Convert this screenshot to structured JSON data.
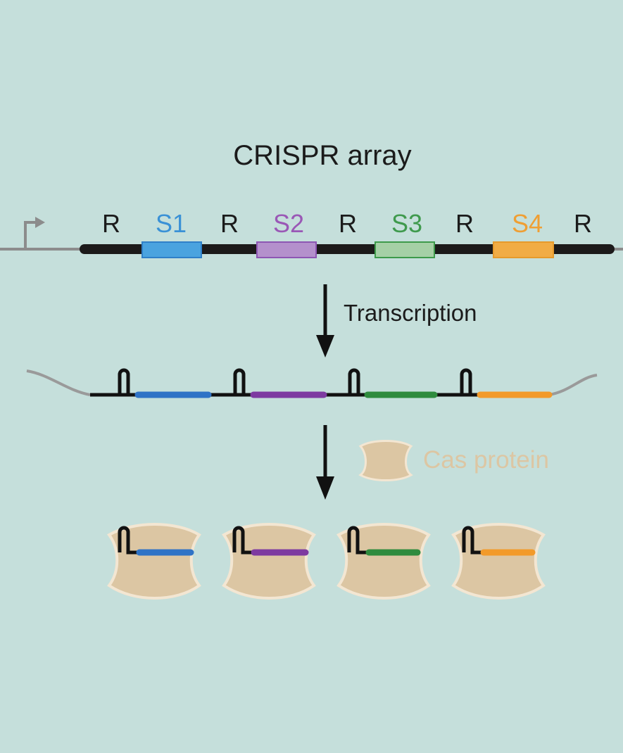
{
  "title": "CRISPR array",
  "array_labels": [
    "R",
    "S1",
    "R",
    "S2",
    "R",
    "S3",
    "R",
    "S4",
    "R"
  ],
  "transcription_label": "Transcription",
  "cas_label": "Cas protein",
  "colors": {
    "background": "#c5dfdb",
    "repeat": "#1c1a1a",
    "spacer1": "#4aa3df",
    "spacer2": "#b490cc",
    "spacer3": "#a5d0a6",
    "spacer4": "#f1ac45",
    "spacer1_rna": "#2f73c6",
    "spacer2_rna": "#7d3aa0",
    "spacer3_rna": "#2f8b3e",
    "spacer4_rna": "#f29a2a",
    "cas": "#dcc6a3",
    "cas_label": "#dcc6a3",
    "promoter": "#8c8c8c"
  },
  "icons": [
    "promoter-arrow-icon",
    "down-arrow-icon",
    "cas-protein-icon",
    "rna-hairpin-icon"
  ]
}
